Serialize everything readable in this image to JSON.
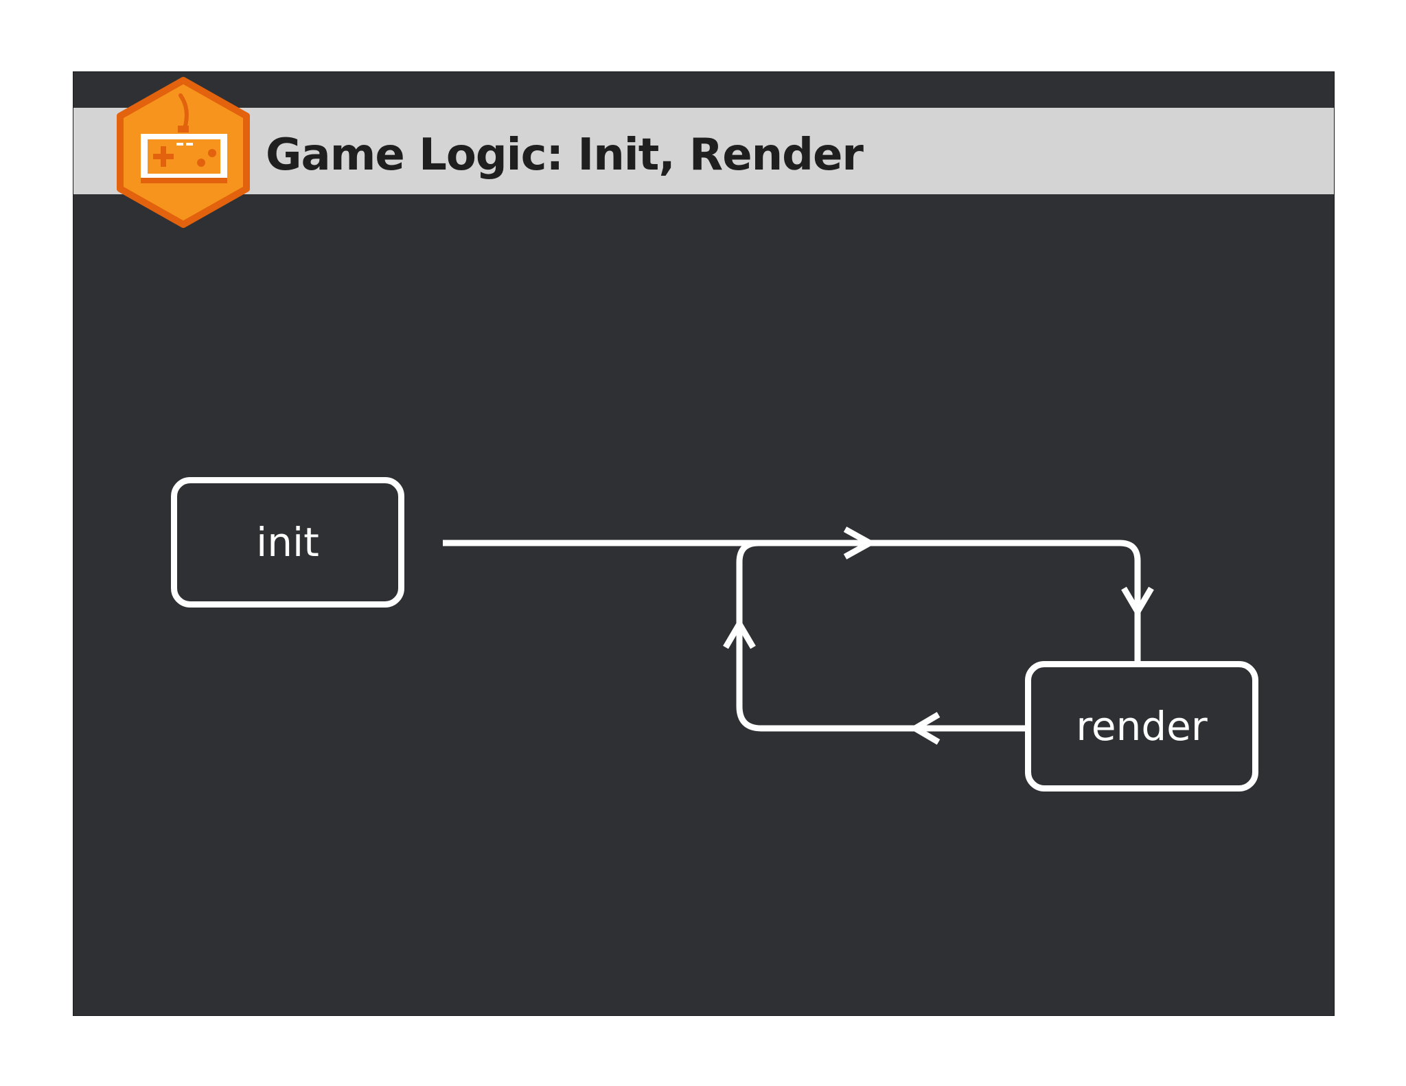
{
  "slide": {
    "title": "Game Logic: Init, Render",
    "badge_icon": "game-controller-icon",
    "colors": {
      "background": "#2f3033",
      "title_bar": "#d4d4d4",
      "badge_orange": "#f7941d",
      "badge_border": "#e2620e",
      "stroke": "#ffffff"
    }
  },
  "diagram": {
    "nodes": [
      {
        "id": "init",
        "label": "init"
      },
      {
        "id": "render",
        "label": "render"
      }
    ],
    "edges": [
      {
        "from": "init",
        "to": "render"
      },
      {
        "from": "render",
        "to": "render",
        "kind": "loop"
      }
    ]
  }
}
